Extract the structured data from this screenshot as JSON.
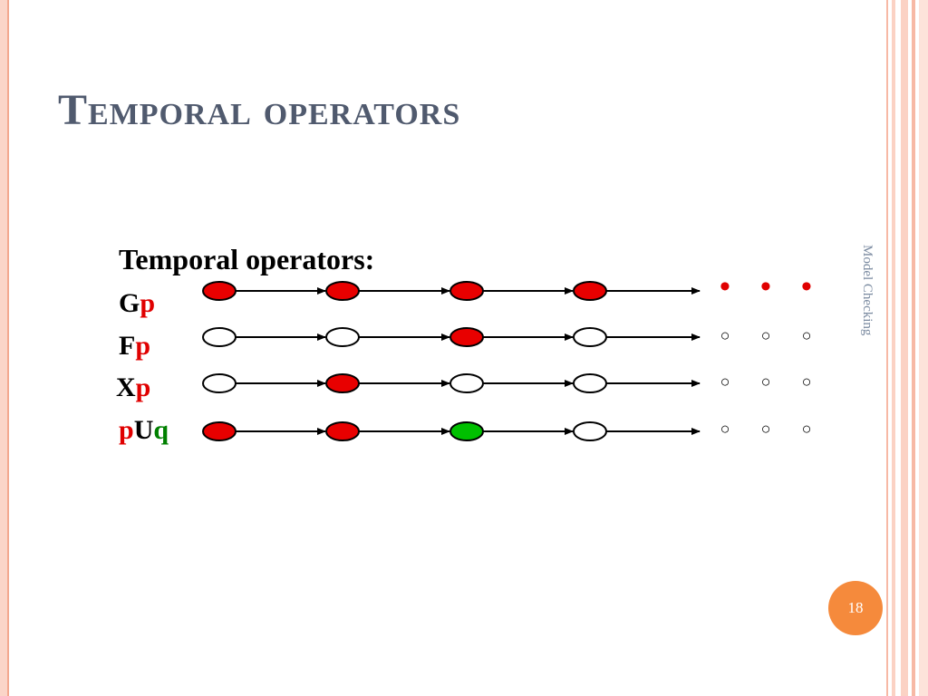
{
  "slide": {
    "title": "Temporal operators",
    "side_label": "Model Checking",
    "page_number": "18",
    "heading": "Temporal operators:",
    "operators": [
      {
        "parts": [
          {
            "text": "G",
            "color": "black"
          },
          {
            "text": "p",
            "color": "red"
          }
        ]
      },
      {
        "parts": [
          {
            "text": "F",
            "color": "black"
          },
          {
            "text": "p",
            "color": "red"
          }
        ]
      },
      {
        "parts": [
          {
            "text": "X",
            "color": "black"
          },
          {
            "text": "p",
            "color": "red"
          }
        ]
      },
      {
        "parts": [
          {
            "text": "p",
            "color": "red"
          },
          {
            "text": "U",
            "color": "black"
          },
          {
            "text": "q",
            "color": "green"
          }
        ]
      }
    ],
    "ellipsis": [
      "•",
      "•",
      "•"
    ],
    "ellipsis_open": [
      "○",
      "○",
      "○"
    ]
  },
  "colors": {
    "red_state": "#e80000",
    "green_state": "#00c000",
    "empty_state": "#ffffff",
    "title": "#505a6e",
    "accent": "#f58a3c"
  },
  "traces": [
    {
      "name": "G",
      "states": [
        "red",
        "red",
        "red",
        "red"
      ]
    },
    {
      "name": "F",
      "states": [
        "empty",
        "empty",
        "red",
        "empty"
      ]
    },
    {
      "name": "X",
      "states": [
        "empty",
        "red",
        "empty",
        "empty"
      ]
    },
    {
      "name": "U",
      "states": [
        "red",
        "red",
        "green",
        "empty"
      ]
    }
  ]
}
